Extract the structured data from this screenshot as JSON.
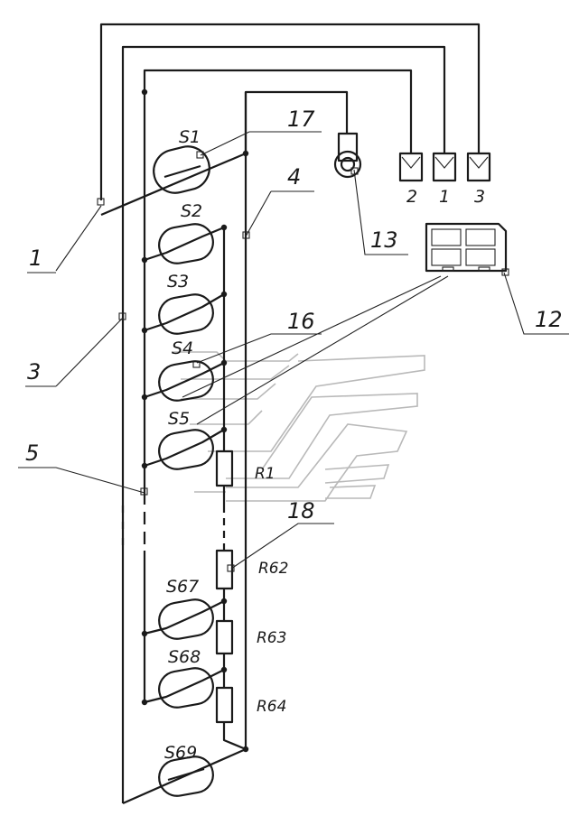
{
  "switches": [
    {
      "id": "s1",
      "label": "S1"
    },
    {
      "id": "s2",
      "label": "S2"
    },
    {
      "id": "s3",
      "label": "S3"
    },
    {
      "id": "s4",
      "label": "S4"
    },
    {
      "id": "s5",
      "label": "S5"
    },
    {
      "id": "s67",
      "label": "S67"
    },
    {
      "id": "s68",
      "label": "S68"
    },
    {
      "id": "s69",
      "label": "S69"
    }
  ],
  "resistors": [
    {
      "id": "r1",
      "label": "R1"
    },
    {
      "id": "r62",
      "label": "R62"
    },
    {
      "id": "r63",
      "label": "R63"
    },
    {
      "id": "r64",
      "label": "R64"
    }
  ],
  "connectors": [
    {
      "id": "c2",
      "label": "2"
    },
    {
      "id": "c1",
      "label": "1"
    },
    {
      "id": "c3",
      "label": "3"
    }
  ],
  "callouts": [
    {
      "id": "n1",
      "label": "1"
    },
    {
      "id": "n3",
      "label": "3"
    },
    {
      "id": "n4",
      "label": "4"
    },
    {
      "id": "n5",
      "label": "5"
    },
    {
      "id": "n12",
      "label": "12"
    },
    {
      "id": "n13",
      "label": "13"
    },
    {
      "id": "n16",
      "label": "16"
    },
    {
      "id": "n17",
      "label": "17"
    },
    {
      "id": "n18",
      "label": "18"
    }
  ]
}
